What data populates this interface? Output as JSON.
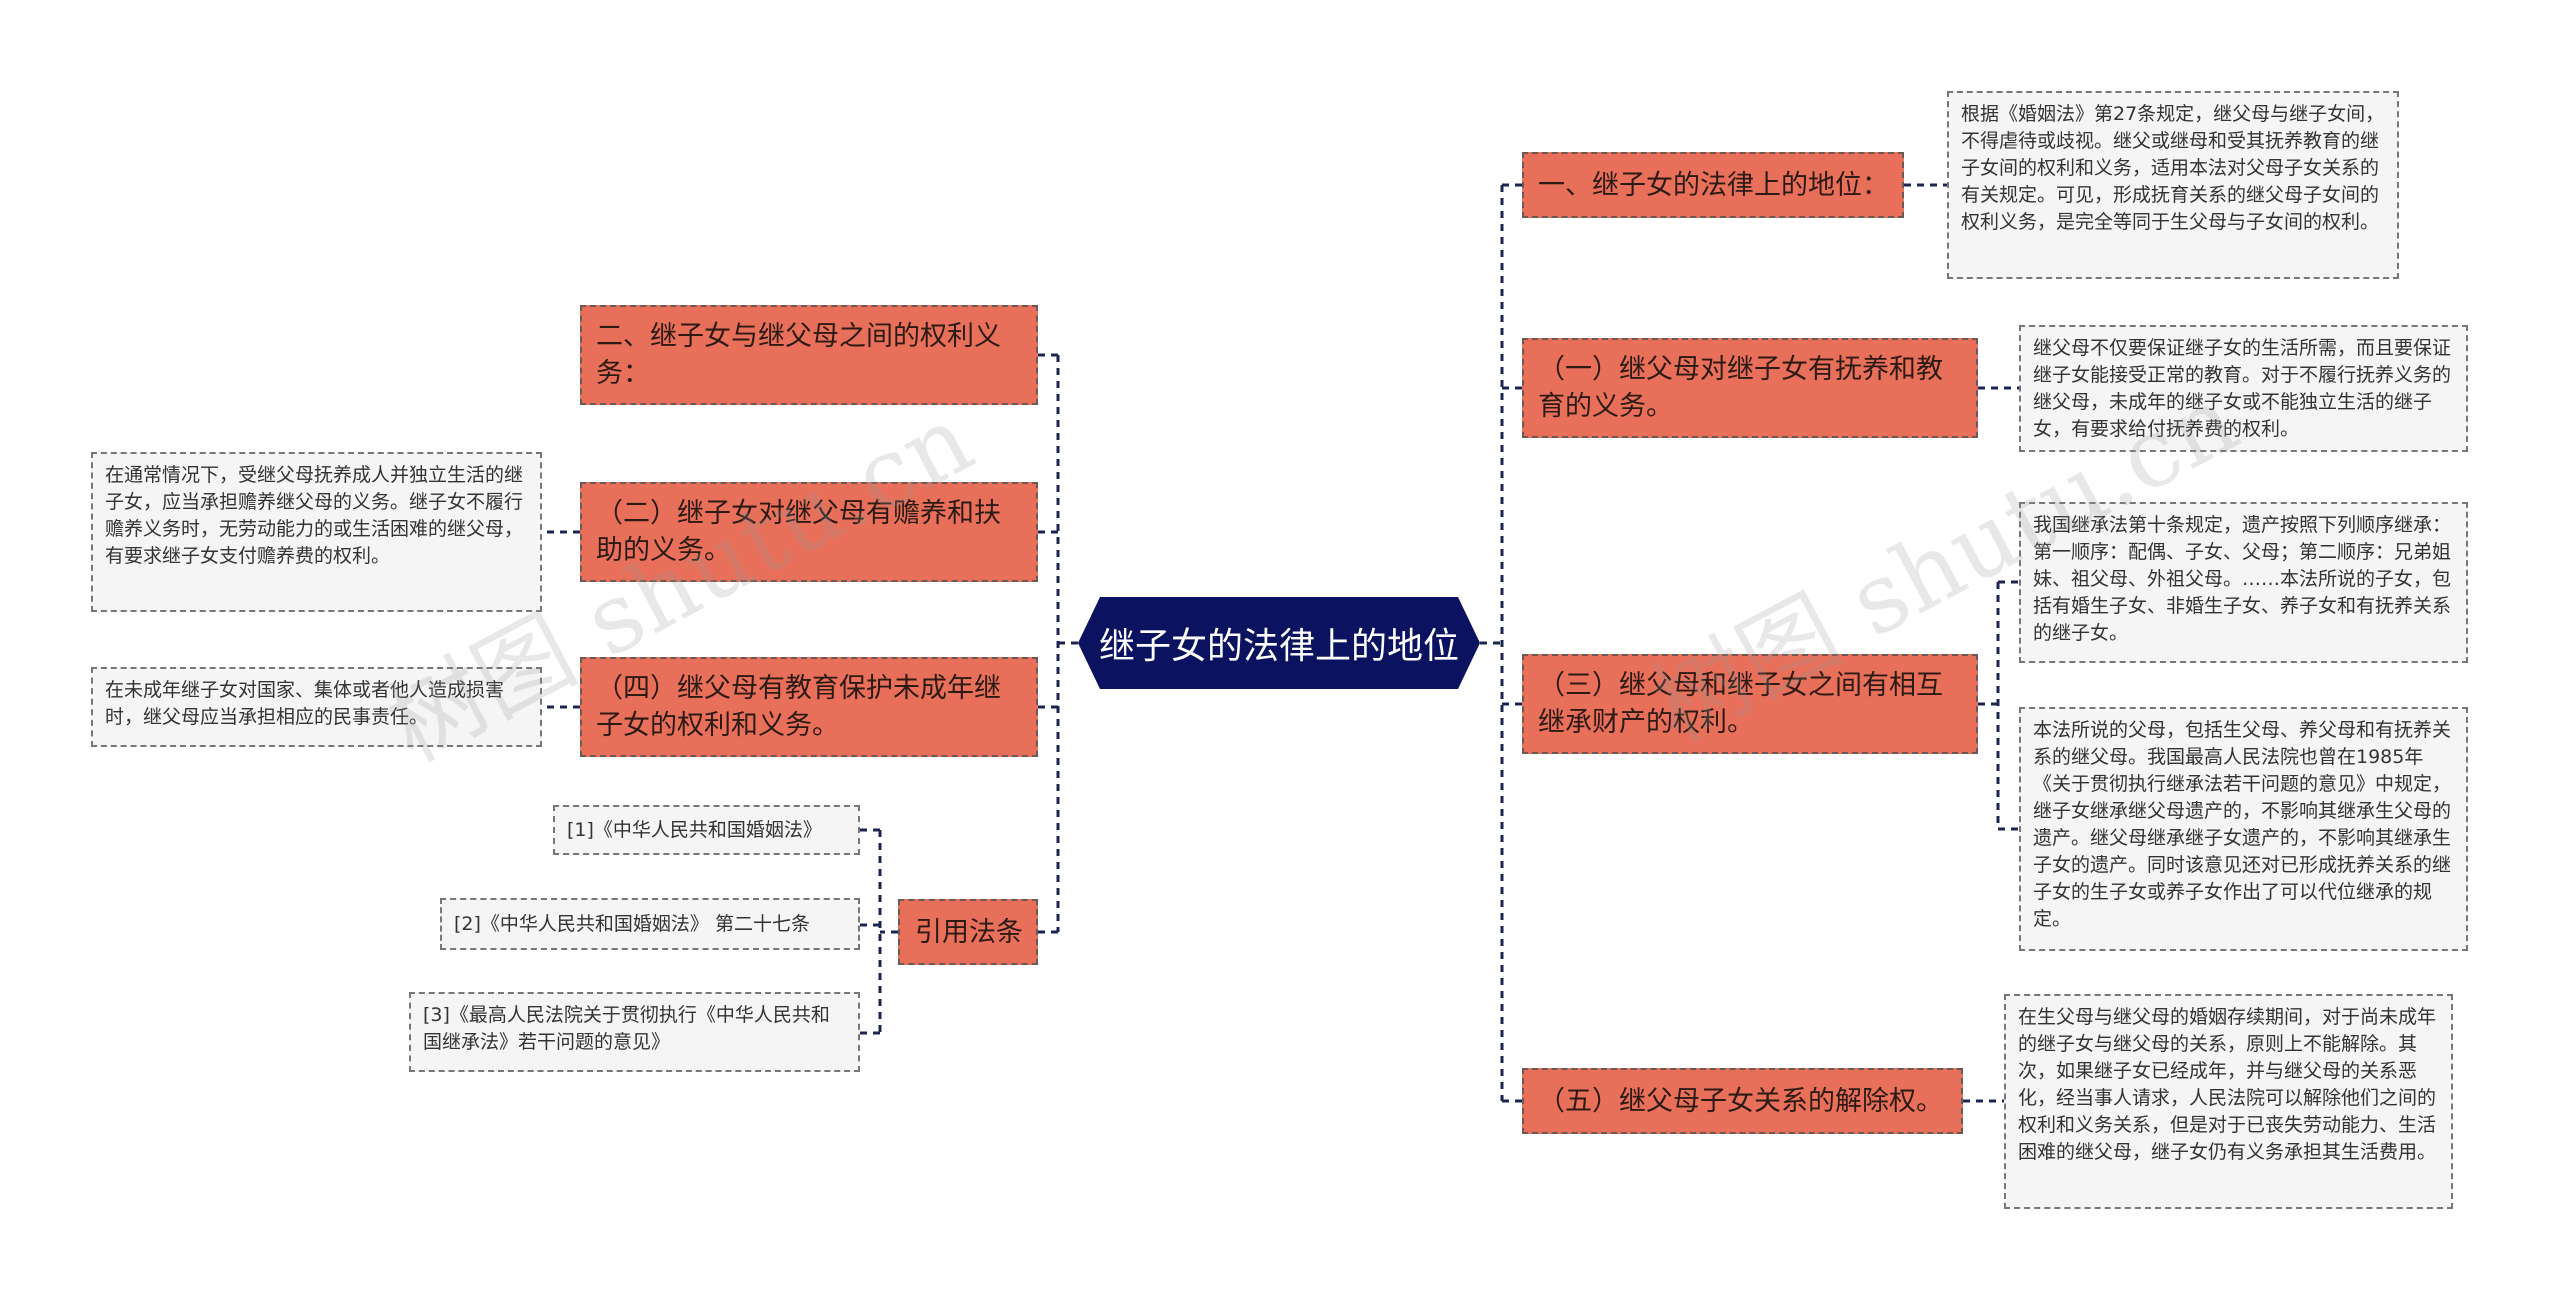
{
  "center": {
    "label": "继子女的法律上的地位"
  },
  "branches": {
    "right_1": "一、继子女的法律上的地位：",
    "right_2": "（一）继父母对继子女有抚养和教育的义务。",
    "right_3": "（三）继父母和继子女之间有相互继承财产的权利。",
    "right_4": "（五）继父母子女关系的解除权。",
    "left_1": "二、继子女与继父母之间的权利义务：",
    "left_2": "（二）继子女对继父母有赡养和扶助的义务。",
    "left_3": "（四）继父母有教育保护未成年继子女的权利和义务。",
    "left_4": "引用法条"
  },
  "notes": {
    "right_1": "根据《婚姻法》第27条规定，继父母与继子女间，不得虐待或歧视。继父或继母和受其抚养教育的继子女间的权利和义务，适用本法对父母子女关系的有关规定。可见，形成抚育关系的继父母子女间的权利义务，是完全等同于生父母与子女间的权利。",
    "right_2": "继父母不仅要保证继子女的生活所需，而且要保证继子女能接受正常的教育。对于不履行抚养义务的继父母，未成年的继子女或不能独立生活的继子女，有要求给付抚养费的权利。",
    "right_3a": "我国继承法第十条规定，遗产按照下列顺序继承：第一顺序：配偶、子女、父母；第二顺序：兄弟姐妹、祖父母、外祖父母。……本法所说的子女，包括有婚生子女、非婚生子女、养子女和有抚养关系的继子女。",
    "right_3b": "本法所说的父母，包括生父母、养父母和有抚养关系的继父母。我国最高人民法院也曾在1985年《关于贯彻执行继承法若干问题的意见》中规定，继子女继承继父母遗产的，不影响其继承生父母的遗产。继父母继承继子女遗产的，不影响其继承生子女的遗产。同时该意见还对已形成抚养关系的继子女的生子女或养子女作出了可以代位继承的规定。",
    "right_4": "在生父母与继父母的婚姻存续期间，对于尚未成年的继子女与继父母的关系，原则上不能解除。其次，如果继子女已经成年，并与继父母的关系恶化，经当事人请求，人民法院可以解除他们之间的权利和义务关系，但是对于已丧失劳动能力、生活困难的继父母，继子女仍有义务承担其生活费用。",
    "left_2": "在通常情况下，受继父母抚养成人并独立生活的继子女，应当承担赡养继父母的义务。继子女不履行赡养义务时，无劳动能力的或生活困难的继父母，有要求继子女支付赡养费的权利。",
    "left_3": "在未成年继子女对国家、集体或者他人造成损害时，继父母应当承担相应的民事责任。",
    "ref_1": "[1]《中华人民共和国婚姻法》",
    "ref_2": "[2]《中华人民共和国婚姻法》 第二十七条",
    "ref_3": "[3]《最高人民法院关于贯彻执行《中华人民共和国继承法》若干问题的意见》"
  },
  "watermarks": {
    "left": "树图 shutu.cn",
    "right": "树图 shutu.cn"
  },
  "colors": {
    "center_fill": "#0b1260",
    "branch_fill": "#e8705a",
    "note_fill": "#f5f5f5",
    "connector": "#1c2450"
  }
}
